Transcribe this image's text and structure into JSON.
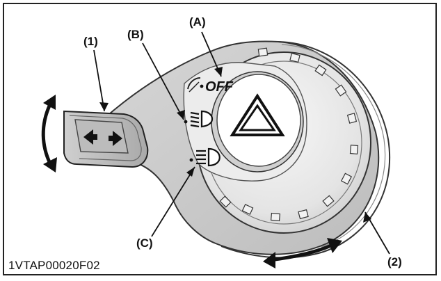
{
  "callouts": {
    "lever": "(1)",
    "dial": "(2)",
    "off_position": "(A)",
    "low_beam_position": "(B)",
    "high_beam_position": "(C)"
  },
  "switch_labels": {
    "off": "OFF"
  },
  "figure_code": "1VTAP00020F02",
  "icons": {
    "hazard": "hazard-triangle-icon",
    "low_beam": "low-beam-headlight-icon",
    "high_beam": "high-beam-headlight-icon",
    "parking": "parking-light-icon",
    "lever_arrows": "double-arrow-icon",
    "rotation_arrow": "curved-double-arrow-icon"
  }
}
